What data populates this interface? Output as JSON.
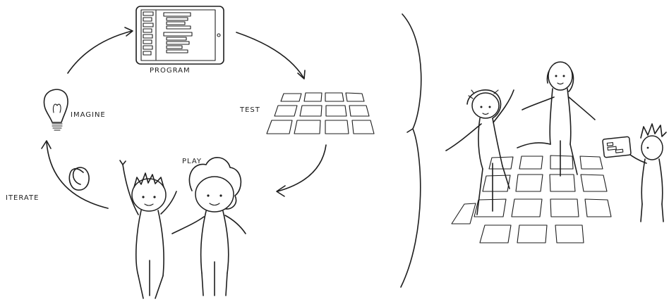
{
  "cycle": {
    "program_label": "PROGRAM",
    "test_label": "TEST",
    "play_label": "PLAY",
    "iterate_label": "ITERATE",
    "imagine_label": "IMAGINE"
  },
  "icons": {
    "tablet": "tablet-icon",
    "grid": "floor-grid-icon",
    "bulb": "lightbulb-icon",
    "loop": "loop-icon",
    "brace": "curly-brace-icon"
  },
  "colors": {
    "ink": "#1e1e1e",
    "paper": "#ffffff"
  }
}
